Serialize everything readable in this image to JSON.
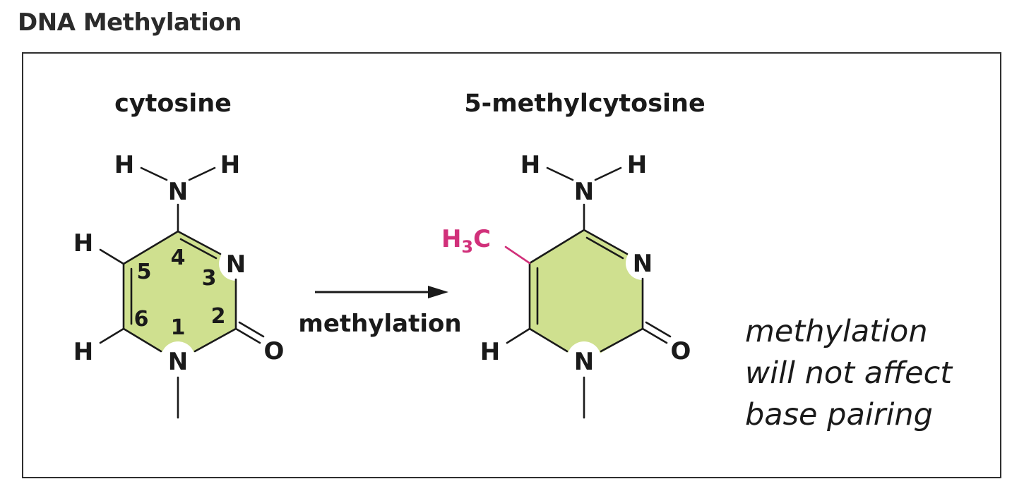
{
  "page_title": "DNA Methylation",
  "colors": {
    "ring_fill": "#cfe08f",
    "methyl_group": "#d1307a",
    "bond": "#1a1a1a"
  },
  "left_molecule": {
    "name": "cytosine",
    "amine_h_left": "H",
    "amine_h_right": "H",
    "amine_n": "N",
    "c5_substituent": "H",
    "c6_substituent": "H",
    "n3": "N",
    "n1": "N",
    "carbonyl_o": "O",
    "ring_numbers": [
      "1",
      "2",
      "3",
      "4",
      "5",
      "6"
    ]
  },
  "reaction": {
    "label": "methylation"
  },
  "right_molecule": {
    "name": "5-methylcytosine",
    "amine_h_left": "H",
    "amine_h_right": "H",
    "amine_n": "N",
    "methyl_h": "H",
    "methyl_sub": "3",
    "methyl_c": "C",
    "c6_substituent": "H",
    "n3": "N",
    "n1": "N",
    "carbonyl_o": "O"
  },
  "note": {
    "line1": "methylation",
    "line2": "will not affect",
    "line3": "base pairing"
  }
}
